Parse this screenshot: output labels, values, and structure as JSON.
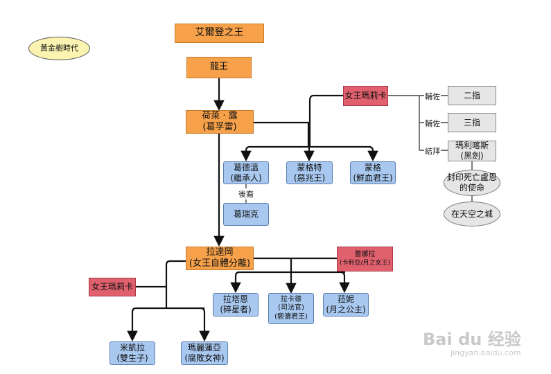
{
  "era": "黃金樹時代",
  "title": "艾爾登之王",
  "nodes": {
    "dragon_king": "龍王",
    "godfrey": {
      "line1": "荷萊 · 露",
      "line2": "(葛孚雷)"
    },
    "marika_top": "女王瑪莉卡",
    "godwyn": {
      "line1": "葛德溫",
      "line2": "(繼承人)"
    },
    "morgott": {
      "line1": "蒙格特",
      "line2": "(惡兆王)"
    },
    "mohg": {
      "line1": "蒙格",
      "line2": "(鮮血君王)"
    },
    "godrick": "葛瑞克",
    "radagon": {
      "line1": "拉達岡",
      "line2": "(女王自體分離)"
    },
    "rennala": {
      "line1": "蕾娜拉",
      "line2": "(卡利亞/月之女王)"
    },
    "marika_left": "女王瑪莉卡",
    "radahn": {
      "line1": "拉塔恩",
      "line2": "(碎星者)"
    },
    "rykard": {
      "line1": "拉卡德",
      "line2": "(司法官)",
      "line3": "(褻瀆君王)"
    },
    "ranni": {
      "line1": "菈妮",
      "line2": "(月之公主)"
    },
    "miquella": {
      "line1": "米凱拉",
      "line2": "(雙生子)"
    },
    "malenia": {
      "line1": "瑪麗蓮亞",
      "line2": "(腐敗女神)"
    },
    "finger2": "二指",
    "finger3": "三指",
    "maliketh": {
      "line1": "瑪利喀斯",
      "line2": "(黑劍)"
    },
    "mission": {
      "line1": "封印死亡盧恩",
      "line2": "的使命"
    },
    "sky_city": "在天空之城"
  },
  "edge_labels": {
    "assist1": "輔佐",
    "assist2": "輔佐",
    "sworn": "結拜",
    "descendant": "後裔"
  },
  "watermark": {
    "brand": "Bai du 经验",
    "url": "jingyan.baidu.com"
  },
  "colors": {
    "orange": "#f7a14a",
    "blue": "#a8c8f0",
    "red": "#e0606e",
    "gray": "#e6e6e6",
    "yellow": "#fbf3b0"
  }
}
